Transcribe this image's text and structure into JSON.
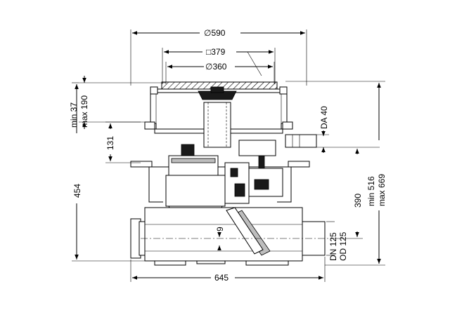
{
  "dimensions": {
    "outer_diameter": "∅590",
    "square_frame": "□379",
    "inner_diameter": "∅360",
    "min_height_top": "min 37",
    "max_height_top": "max 190",
    "height_131": "131",
    "da_40": "DA 40",
    "height_454": "454",
    "dim_9": "9",
    "height_390": "390",
    "min_516": "min 516",
    "max_669": "max 669",
    "dn_125": "DN 125",
    "od_125": "OD 125",
    "width_645": "645"
  },
  "colors": {
    "line": "#000000",
    "background": "#ffffff",
    "dark_fill": "#1a1a1a",
    "grey_fill": "#bdbdbd"
  }
}
